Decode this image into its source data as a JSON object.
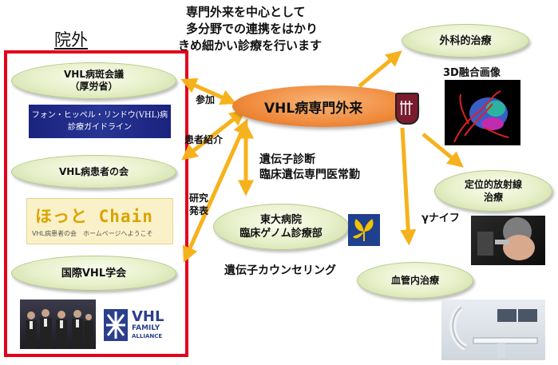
{
  "headline": [
    "専門外来を中心として",
    "多分野での連携をはかり",
    "きめ細かい診療を行います"
  ],
  "outside_title": "院外",
  "left": {
    "vhl_council": [
      "VHL病斑会議",
      "（厚労省）"
    ],
    "guideline_banner": [
      "フォン・ヒッペル・リンドウ(VHL)病",
      "診療ガイドライン"
    ],
    "patients_group": "VHL病患者の会",
    "hotto_banner_title": "ほっと Chain",
    "hotto_banner_sub": "VHL病患者の会　ホームページへようこそ",
    "intl_society": "国際VHL学会",
    "family_logo": [
      "VHL",
      "FAMILY",
      "ALLIANCE"
    ]
  },
  "arrow_labels": {
    "participate": "参加",
    "referral": [
      "患者",
      "紹介"
    ],
    "research": [
      "研究",
      "発表"
    ]
  },
  "center": {
    "main": "VHL病専門外来",
    "genetics_text": [
      "遺伝子診断",
      "臨床遺伝専門医常勤"
    ],
    "genome_dept": [
      "東大病院",
      "臨床ゲノム診療部"
    ],
    "counseling": "遺伝子カウンセリング"
  },
  "right": {
    "surgery": "外科的治療",
    "fusion_label": "3D融合画像",
    "radiation": [
      "定位的放射線",
      "治療"
    ],
    "gamma": "γナイフ",
    "endovascular": "血管内治療"
  },
  "colors": {
    "red_frame": "#e3001b",
    "arrow_orange": "#f6b21c",
    "main_oval": "#f08a3c",
    "oval_green": "#e6efc8"
  }
}
